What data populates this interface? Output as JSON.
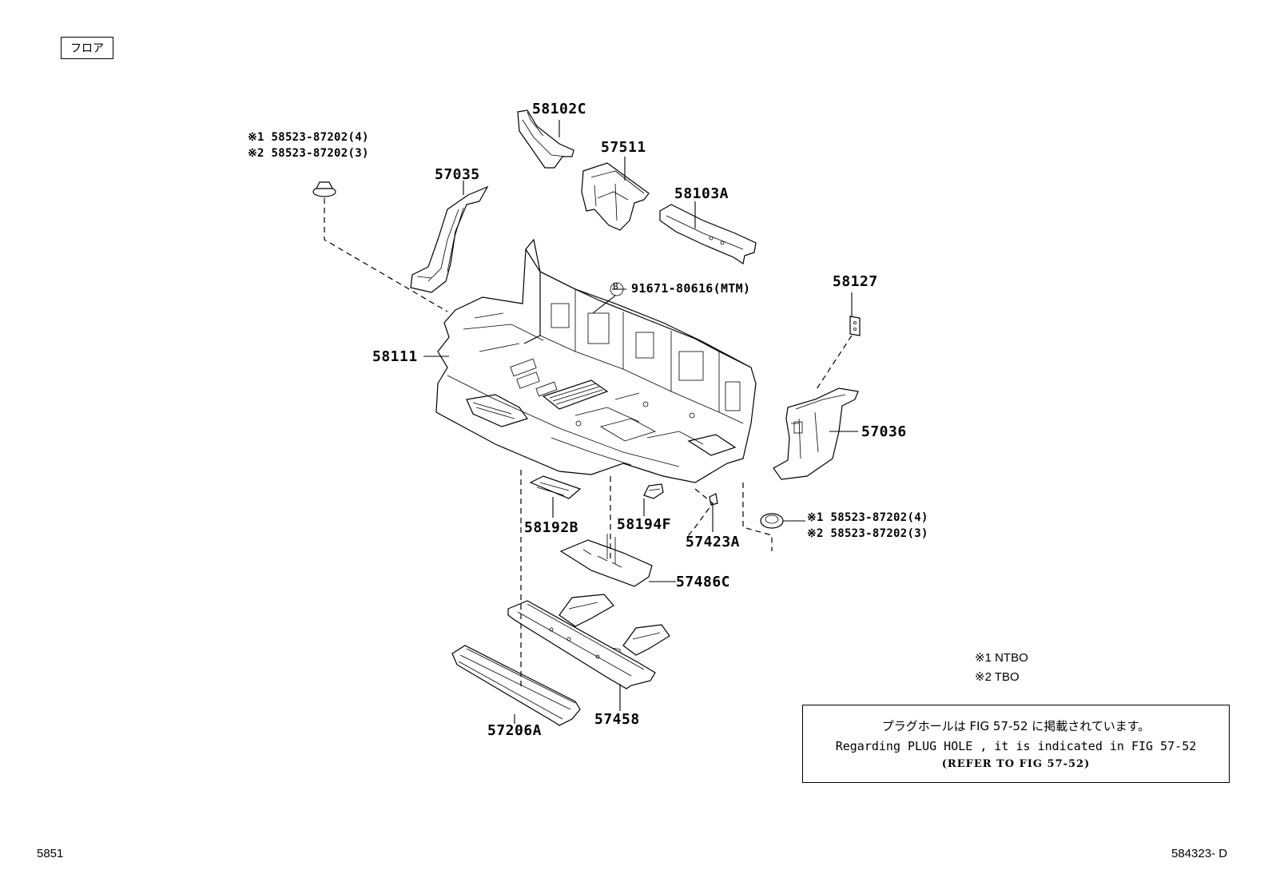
{
  "section_tag": "フロア",
  "parts": {
    "p58102C": "58102C",
    "p57511": "57511",
    "p58103A": "58103A",
    "p57035": "57035",
    "p58111": "58111",
    "p58127": "58127",
    "p57036": "57036",
    "p58192B": "58192B",
    "p58194F": "58194F",
    "p57423A": "57423A",
    "p57486C": "57486C",
    "p57458": "57458",
    "p57206A": "57206A"
  },
  "bolt_ref": {
    "marker": "B",
    "text": "91671-80616(MTM)"
  },
  "plug_top": {
    "line1": "※1 58523-87202(4)",
    "line2": "※2 58523-87202(3)"
  },
  "plug_right": {
    "line1": "※1 58523-87202(4)",
    "line2": "※2 58523-87202(3)"
  },
  "legend": {
    "item1": "※1  NTBO",
    "item2": "※2  TBO"
  },
  "infobox": {
    "line1": "プラグホールは FIG 57-52 に掲載されています。",
    "line2": "Regarding PLUG HOLE , it is indicated in FIG 57-52",
    "line3": "(REFER TO FIG 57-52)"
  },
  "footer": {
    "left": "5851",
    "right": "584323- D"
  }
}
